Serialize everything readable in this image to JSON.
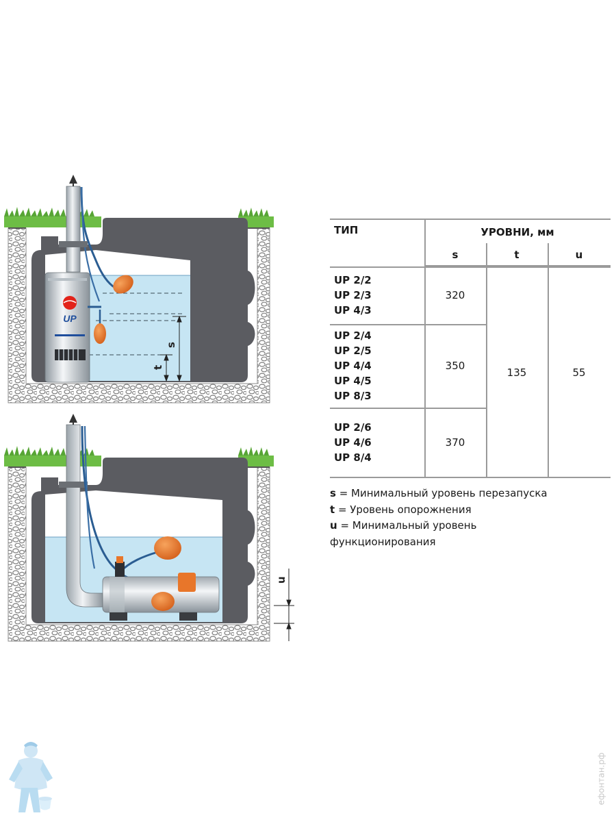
{
  "pump_label": "UP",
  "dimension_labels": {
    "s": "s",
    "t": "t",
    "u": "u"
  },
  "table": {
    "type_header": "ТИП",
    "levels_header": "УРОВНИ, мм",
    "columns": [
      "s",
      "t",
      "u"
    ],
    "groups": [
      {
        "models": [
          "UP 2/2",
          "UP 2/3",
          "UP 4/3"
        ],
        "s": "320"
      },
      {
        "models": [
          "UP 2/4",
          "UP 2/5",
          "UP 4/4",
          "UP 4/5",
          "UP 8/3"
        ],
        "s": "350"
      },
      {
        "models": [
          "UP 2/6",
          "UP 4/6",
          "UP 8/4"
        ],
        "s": "370"
      }
    ],
    "t_value": "135",
    "u_value": "55"
  },
  "legend": [
    {
      "sym": "s",
      "text": " = Минимальный уровень перезапуска"
    },
    {
      "sym": "t",
      "text": " = Уровень опорожнения"
    },
    {
      "sym": "u",
      "text": " = Минимальный уровень функционирования"
    }
  ],
  "watermark": "ефонтан.рф",
  "colors": {
    "tank": "#5b5c61",
    "water": "#c6e5f3",
    "gravel": "#8e8e8e",
    "grass": "#6dbd45",
    "float": "#e8762a",
    "pump_body": "#c9d0d6"
  }
}
